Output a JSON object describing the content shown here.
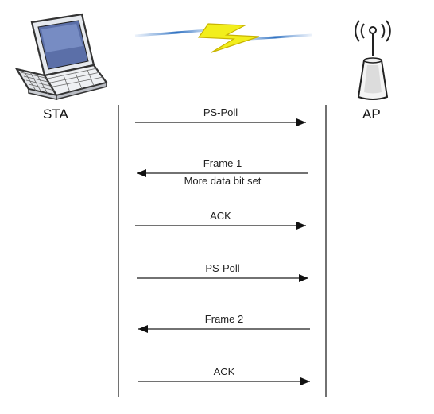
{
  "nodes": {
    "sta": {
      "label": "STA",
      "icon": "laptop-icon"
    },
    "ap": {
      "label": "AP",
      "icon": "access-point-icon"
    }
  },
  "link_icon": "lightning-bolt-icon",
  "colors": {
    "line": "#444444",
    "bolt": "#f2ee1c",
    "bolt_outline": "#c8b400",
    "beam": "#2b6fc0"
  },
  "messages": [
    {
      "label": "PS-Poll",
      "direction": "to_ap"
    },
    {
      "label": "Frame 1",
      "sublabel": "More data bit set",
      "direction": "to_sta"
    },
    {
      "label": "ACK",
      "direction": "to_ap"
    },
    {
      "label": "PS-Poll",
      "direction": "to_ap"
    },
    {
      "label": "Frame 2",
      "direction": "to_sta"
    },
    {
      "label": "ACK",
      "direction": "to_ap"
    }
  ]
}
